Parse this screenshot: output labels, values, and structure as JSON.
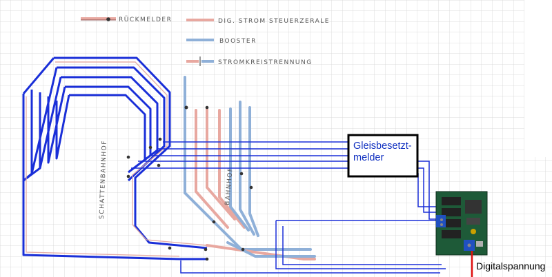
{
  "legend": {
    "rueckmelder": "RÜCKMELDER",
    "dig_strom": "DIG. STROM STEUERZERALE",
    "booster": "BOOSTER",
    "trennung": "STROMKREISTRENNUNG"
  },
  "labels": {
    "schattenbahnhof": "SCHATTENBAHNHOF",
    "bahnhof": "BAHNHOF",
    "gleisbesetzt_line1": "Gleisbesetzt-",
    "gleisbesetzt_line2": "melder",
    "digitalspannung": "Digitalspannung"
  },
  "colors": {
    "wire_blue": "#0a2ed8",
    "track_red": "#e8a8a0",
    "track_blue": "#8fb0d8",
    "grid": "#d4d4d4",
    "feed_red": "#e01010"
  }
}
